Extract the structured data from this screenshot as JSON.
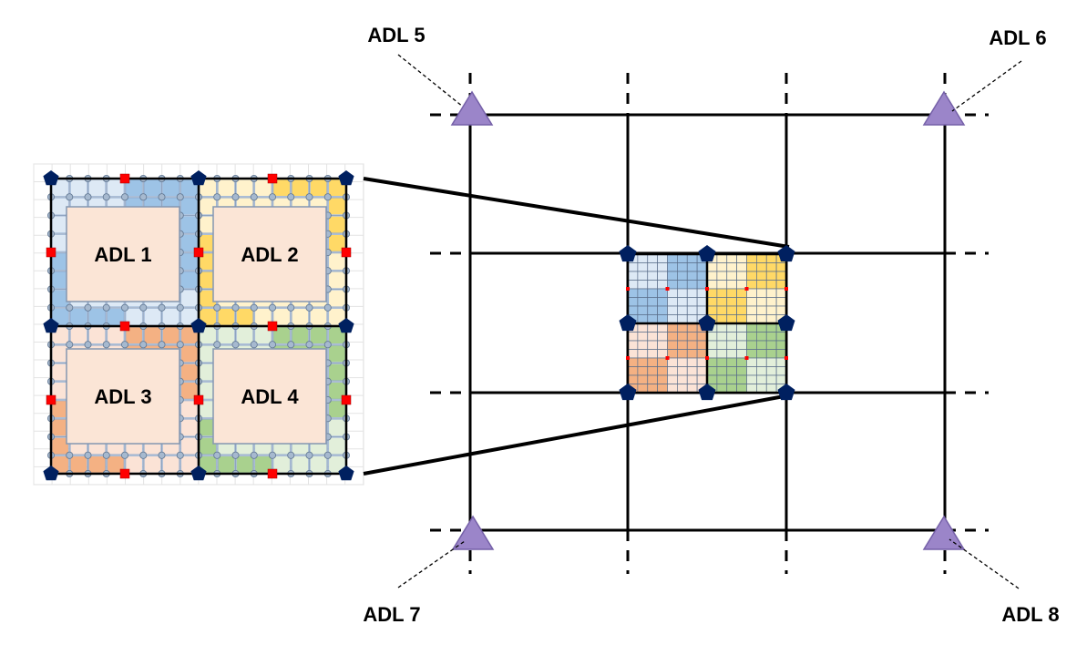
{
  "inset": {
    "adl_labels": [
      "ADL 1",
      "ADL 2",
      "ADL 3",
      "ADL 4"
    ],
    "quadrants": [
      {
        "light": "#dde9f5",
        "dark": "#9dc3e6"
      },
      {
        "light": "#fff2cc",
        "dark": "#ffd966"
      },
      {
        "light": "#fbe3d6",
        "dark": "#f4b183"
      },
      {
        "light": "#e2efda",
        "dark": "#a9d18e"
      }
    ],
    "block_fill": "#fbe5d6"
  },
  "corner_labels": {
    "tl": "ADL 5",
    "tr": "ADL 6",
    "bl": "ADL 7",
    "br": "ADL 8"
  },
  "colors": {
    "pentagon": "#002060",
    "red_marker": "#ff0000",
    "triangle": "#9b85c9",
    "triangle_stroke": "#7560a8",
    "grid_line": "#000000",
    "node": "#a6b9cf"
  }
}
